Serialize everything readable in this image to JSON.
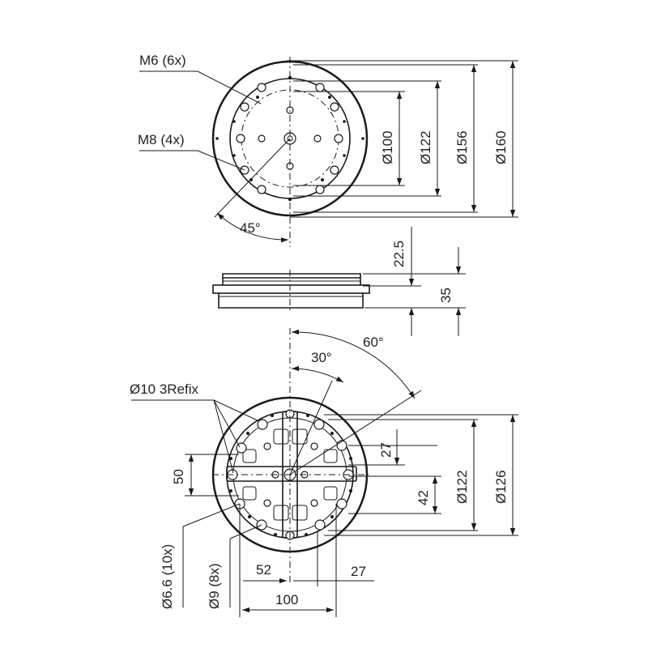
{
  "top_view": {
    "callout_m6": "M6 (6x)",
    "callout_m8": "M8 (4x)",
    "angle": "45°",
    "dims": [
      "Ø100",
      "Ø122",
      "Ø156",
      "Ø160"
    ]
  },
  "side_view": {
    "dims": [
      "22.5",
      "35"
    ]
  },
  "bottom_view": {
    "angle_a": "30°",
    "angle_b": "60°",
    "callout_refix": "Ø10 3Refix",
    "dim_50": "50",
    "dim_27_v": "27",
    "dim_42": "42",
    "dim_122": "Ø122",
    "dim_126": "Ø126",
    "dim_66": "Ø6.6 (10x)",
    "dim_9": "Ø9 (8x)",
    "dim_52": "52",
    "dim_27_h": "27",
    "dim_100": "100"
  }
}
